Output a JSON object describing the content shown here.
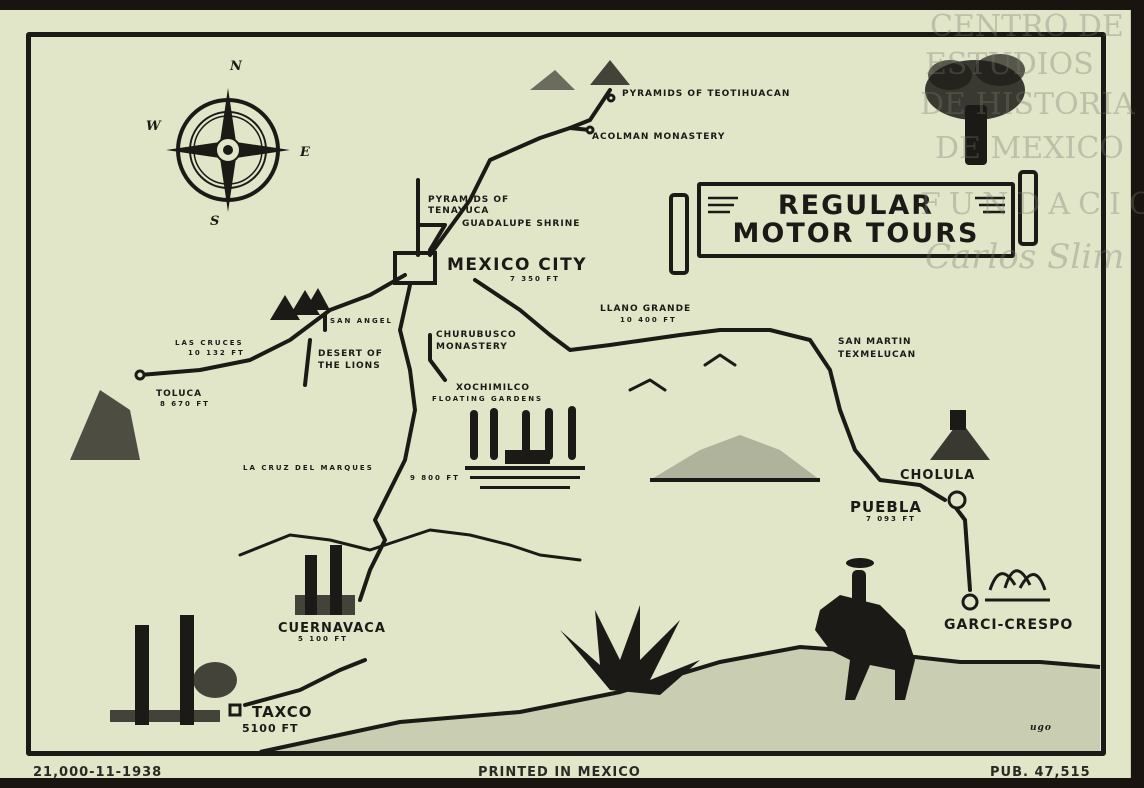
{
  "map": {
    "title_line1": "REGULAR",
    "title_line2": "MOTOR TOURS",
    "compass": {
      "north": "N",
      "south": "S",
      "east": "E",
      "west": "W"
    },
    "places": {
      "teotihuacan": "PYRAMIDS OF TEOTIHUACAN",
      "acolman": "ACOLMAN MONASTERY",
      "tenayuca_1": "PYRAMIDS OF",
      "tenayuca_2": "TENAYUCA",
      "guadalupe": "GUADALUPE SHRINE",
      "mexico_city": "MEXICO CITY",
      "mexico_city_elev": "7 350 FT",
      "san_angel": "SAN ANGEL",
      "las_cruces": "LAS CRUCES",
      "las_cruces_elev": "10 132 FT",
      "desierto_1": "DESERT OF",
      "desierto_2": "THE LIONS",
      "toluca": "TOLUCA",
      "toluca_elev": "8 670 FT",
      "churubusco_1": "CHURUBUSCO",
      "churubusco_2": "MONASTERY",
      "xochimilco": "XOCHIMILCO",
      "floating_gardens": "FLOATING GARDENS",
      "llano_grande": "LLANO GRANDE",
      "llano_grande_elev": "10 400 FT",
      "san_martin_1": "SAN MARTIN",
      "san_martin_2": "TEXMELUCAN",
      "la_cruz": "LA CRUZ DEL MARQUES",
      "la_cruz_elev": "9 800 FT",
      "cholula": "CHOLULA",
      "puebla": "PUEBLA",
      "puebla_elev": "7 093 FT",
      "cuernavaca": "CUERNAVACA",
      "cuernavaca_elev": "5 100 FT",
      "taxco": "TAXCO",
      "taxco_elev": "5100 FT",
      "garci_crespo": "GARCI-CRESPO"
    },
    "artist_signature": "ugo"
  },
  "footer": {
    "left": "21,000-11-1938",
    "center": "PRINTED IN MEXICO",
    "right": "PUB. 47,515"
  },
  "watermark": {
    "line1": "CENTRO DE",
    "line2": "ESTUDIOS",
    "line3": "DE HISTORIA",
    "line4": "DE MEXICO",
    "line5": "FUNDACION",
    "line6": "Carlos Slim"
  },
  "colors": {
    "paper": "#e2e6c8",
    "ink": "#1c1a16",
    "border_dark": "#1a1410"
  }
}
